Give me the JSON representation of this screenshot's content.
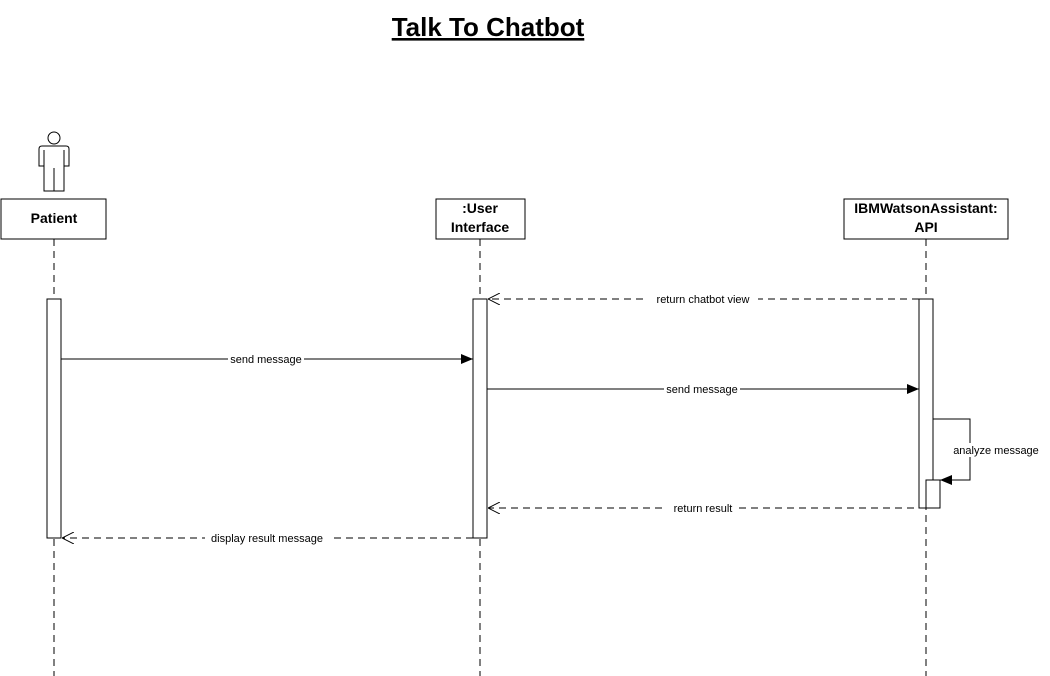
{
  "title": "Talk To Chatbot",
  "participants": {
    "patient": {
      "name": "Patient"
    },
    "ui": {
      "line1": ":User",
      "line2": "Interface"
    },
    "api": {
      "line1": "IBMWatsonAssistant:",
      "line2": "API"
    }
  },
  "messages": {
    "return_view": "return chatbot view",
    "send_message_1": "send message",
    "send_message_2": "send message",
    "analyze": "analyze message",
    "return_result": "return result",
    "display_result": "display result message"
  }
}
